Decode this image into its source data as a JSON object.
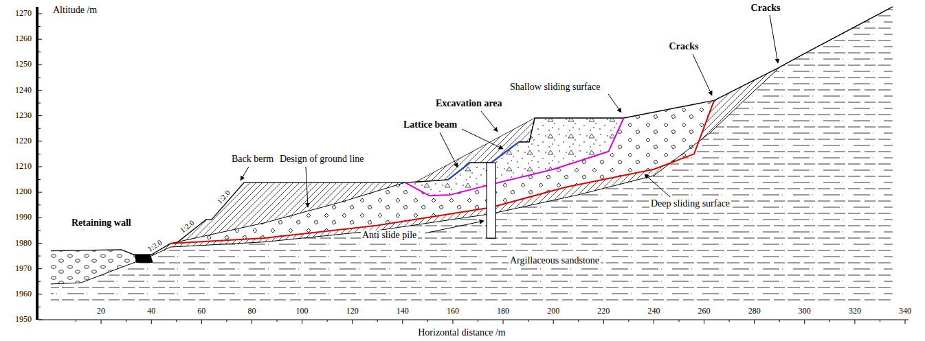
{
  "diagram": {
    "labels": [
      "Altitude /m",
      "1270",
      "1260",
      "1250",
      "1240",
      "1230",
      "1220",
      "1210",
      "1200",
      "1990",
      "1980",
      "1970",
      "1960",
      "1950",
      "20",
      "40",
      "60",
      "80",
      "100",
      "120",
      "140",
      "160",
      "180",
      "200",
      "220",
      "240",
      "260",
      "280",
      "300",
      "320",
      "340",
      "Horizontal distance /m",
      "Cracks",
      "Cracks",
      "Shallow sliding surface",
      "Excavation area",
      "Lattice beam",
      "Back berm",
      "Design of ground line",
      "Deep sliding surface",
      "Retaining wall",
      "Anti slide pile",
      "Argillaceous sandstone",
      "1:2.0",
      "1:2.0",
      "1:2.0"
    ]
  }
}
